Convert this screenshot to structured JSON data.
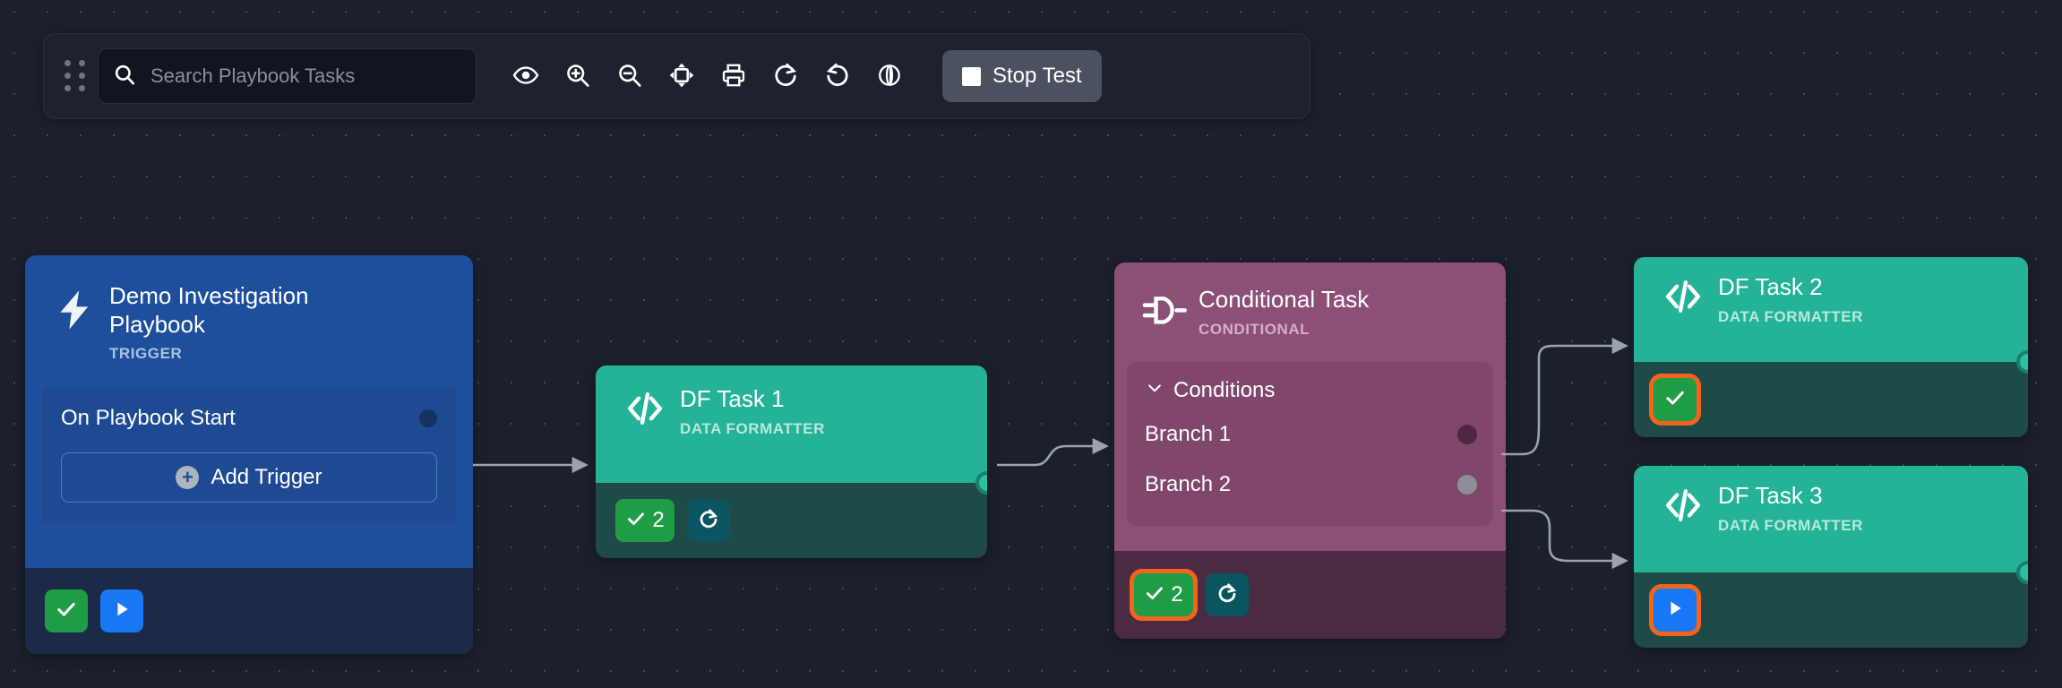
{
  "toolbar": {
    "drag_handle": "drag-handle",
    "search": {
      "placeholder": "Search Playbook Tasks",
      "value": ""
    },
    "buttons": [
      {
        "name": "toggle-visibility-button",
        "icon": "eye-icon",
        "label": ""
      },
      {
        "name": "zoom-in-button",
        "icon": "zoom-in-icon",
        "label": ""
      },
      {
        "name": "zoom-out-button",
        "icon": "zoom-out-icon",
        "label": ""
      },
      {
        "name": "fit-to-screen-button",
        "icon": "fit-screen-icon",
        "label": ""
      },
      {
        "name": "print-button",
        "icon": "print-icon",
        "label": ""
      },
      {
        "name": "redo-button",
        "icon": "redo-icon",
        "label": ""
      },
      {
        "name": "undo-button",
        "icon": "undo-icon",
        "label": ""
      },
      {
        "name": "globe-button",
        "icon": "globe-icon",
        "label": ""
      }
    ],
    "stop_test": {
      "label": "Stop Test",
      "icon": "stop-square-icon"
    }
  },
  "nodes": {
    "trigger": {
      "title": "Demo Investigation Playbook",
      "subtitle": "TRIGGER",
      "icon": "lightning-bolt-icon",
      "row_label": "On Playbook Start",
      "add_trigger_label": "Add Trigger",
      "status_check": "check-icon",
      "status_play": "play-icon",
      "color": "#1d4f9c"
    },
    "df1": {
      "title": "DF Task 1",
      "subtitle": "DATA FORMATTER",
      "icon": "code-brackets-icon",
      "badge_count": "2",
      "badge_check_icon": "check-icon",
      "rerun_icon": "redo-icon",
      "highlighted": false,
      "color": "#24b398"
    },
    "conditional": {
      "title": "Conditional Task",
      "subtitle": "CONDITIONAL",
      "icon": "logic-gate-icon",
      "conditions_label": "Conditions",
      "chevron": "chevron-down-icon",
      "branches": [
        {
          "label": "Branch 1",
          "port": "dark"
        },
        {
          "label": "Branch 2",
          "port": "gray"
        }
      ],
      "badge_count": "2",
      "badge_check_icon": "check-icon",
      "rerun_icon": "redo-icon",
      "highlighted": true,
      "color": "#8c4f76"
    },
    "df2": {
      "title": "DF Task 2",
      "subtitle": "DATA FORMATTER",
      "icon": "code-brackets-icon",
      "status_icon": "check-icon",
      "highlighted": true,
      "color": "#24b398"
    },
    "df3": {
      "title": "DF Task 3",
      "subtitle": "DATA FORMATTER",
      "icon": "code-brackets-icon",
      "status_icon": "play-icon",
      "highlighted": true,
      "color": "#24b398"
    }
  },
  "colors": {
    "canvas_background": "#1b202c",
    "toolbar_background": "#1e222e",
    "accent_orange": "#f2631b",
    "accent_green": "#1f9d45",
    "accent_blue": "#1877f2",
    "accent_teal": "#24b398",
    "accent_purple": "#8c4f76",
    "edge_stroke": "#9aa3b0"
  }
}
